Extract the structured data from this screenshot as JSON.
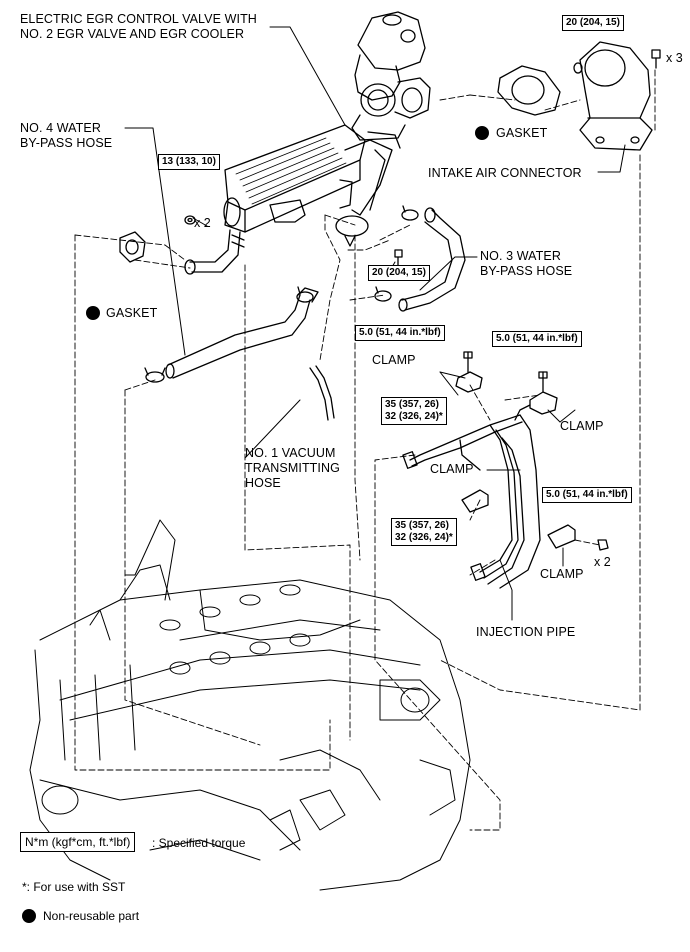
{
  "labels": {
    "egr_valve": "ELECTRIC EGR CONTROL VALVE WITH\nNO. 2 EGR VALVE AND EGR COOLER",
    "hose4": "NO. 4 WATER\nBY-PASS HOSE",
    "gasket_right": "GASKET",
    "gasket_left": "GASKET",
    "intake_connector": "INTAKE AIR CONNECTOR",
    "hose3": "NO. 3 WATER\nBY-PASS HOSE",
    "clamp_top_left": "CLAMP",
    "clamp_top_right": "CLAMP",
    "clamp_mid": "CLAMP",
    "clamp_lower_right": "CLAMP",
    "vacuum_hose": "NO. 1 VACUUM\nTRANSMITTING\nHOSE",
    "injection_pipe": "INJECTION PIPE"
  },
  "torques": {
    "t_top_right": "20 (204, 15)",
    "t_egr_nut": "13 (133, 10)",
    "t_egr_bolt": "20 (204, 15)",
    "t_clamp_left": "5.0 (51, 44 in.*lbf)",
    "t_clamp_right": "5.0 (51, 44 in.*lbf)",
    "t_pipe_upper": "35 (357, 26)\n32 (326, 24)*",
    "t_lower_right": "5.0 (51, 44 in.*lbf)",
    "t_pipe_lower": "35 (357, 26)\n32 (326, 24)*"
  },
  "quantities": {
    "q_top_right": "x 3",
    "q_egr_nut": "x 2",
    "q_lower_right": "x 2"
  },
  "legend": {
    "torque_box": "N*m (kgf*cm, ft.*lbf)",
    "torque_desc": ": Specified torque",
    "sst_note": "*: For use with SST",
    "non_reusable": "Non-reusable part"
  }
}
